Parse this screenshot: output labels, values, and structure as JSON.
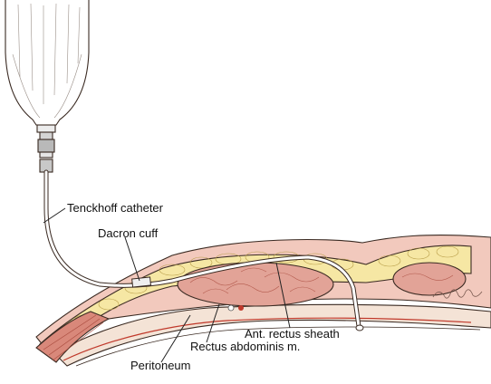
{
  "labels": {
    "catheter": "Tenckhoff catheter",
    "cuff": "Dacron cuff",
    "sheath": "Ant. rectus sheath",
    "muscle": "Rectus abdominis m.",
    "peritoneum": "Peritoneum"
  },
  "colors": {
    "fat": "#f6e7a4",
    "muscle": "#e2a397",
    "muscle_dark": "#c96b5f",
    "skin": "#f2c9bd",
    "line": "#3a2a22",
    "red_line": "#c0392b"
  }
}
